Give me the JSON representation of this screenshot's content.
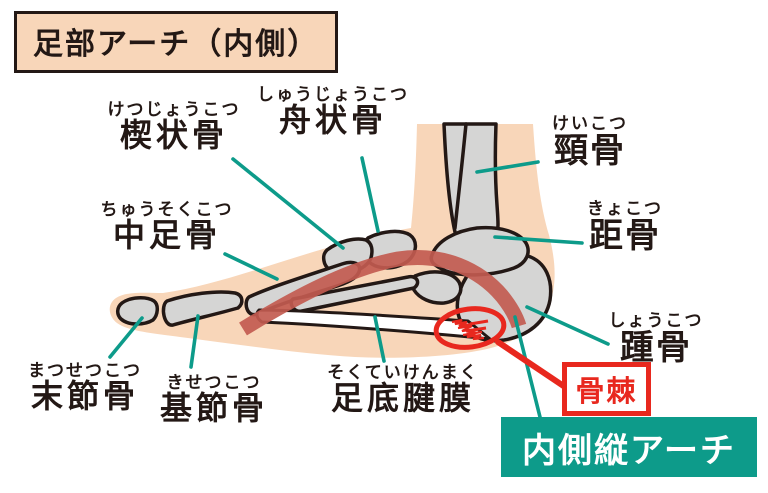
{
  "title": "足部アーチ（内側）",
  "bone_labels": {
    "cuneiform": {
      "furigana": "けつじょうこつ",
      "name": "楔状骨"
    },
    "navicular": {
      "furigana": "しゅうじょうこつ",
      "name": "舟状骨"
    },
    "metatarsal": {
      "furigana": "ちゅうそくこつ",
      "name": "中足骨"
    },
    "tibia": {
      "furigana": "けいこつ",
      "name": "頸骨"
    },
    "talus": {
      "furigana": "きょこつ",
      "name": "距骨"
    },
    "calcaneus": {
      "furigana": "しょうこつ",
      "name": "踵骨"
    },
    "distal_phalanx": {
      "furigana": "まつせつこつ",
      "name": "末節骨"
    },
    "proximal_phalanx": {
      "furigana": "きせつこつ",
      "name": "基節骨"
    },
    "plantar_fascia": {
      "furigana": "そくていけんまく",
      "name": "足底腱膜"
    }
  },
  "callouts": {
    "bone_spur": "骨棘",
    "medial_longitudinal_arch": "内側縦アーチ"
  },
  "colors": {
    "skin": "#F8D6B9",
    "bone_gray": "#D5D5D4",
    "outline_black": "#231815",
    "leader_teal": "#0D9B8A",
    "highlight_red": "#E8281E",
    "arch_band_red": "#C25B50",
    "arch_box_text": "#FFFFFF"
  }
}
